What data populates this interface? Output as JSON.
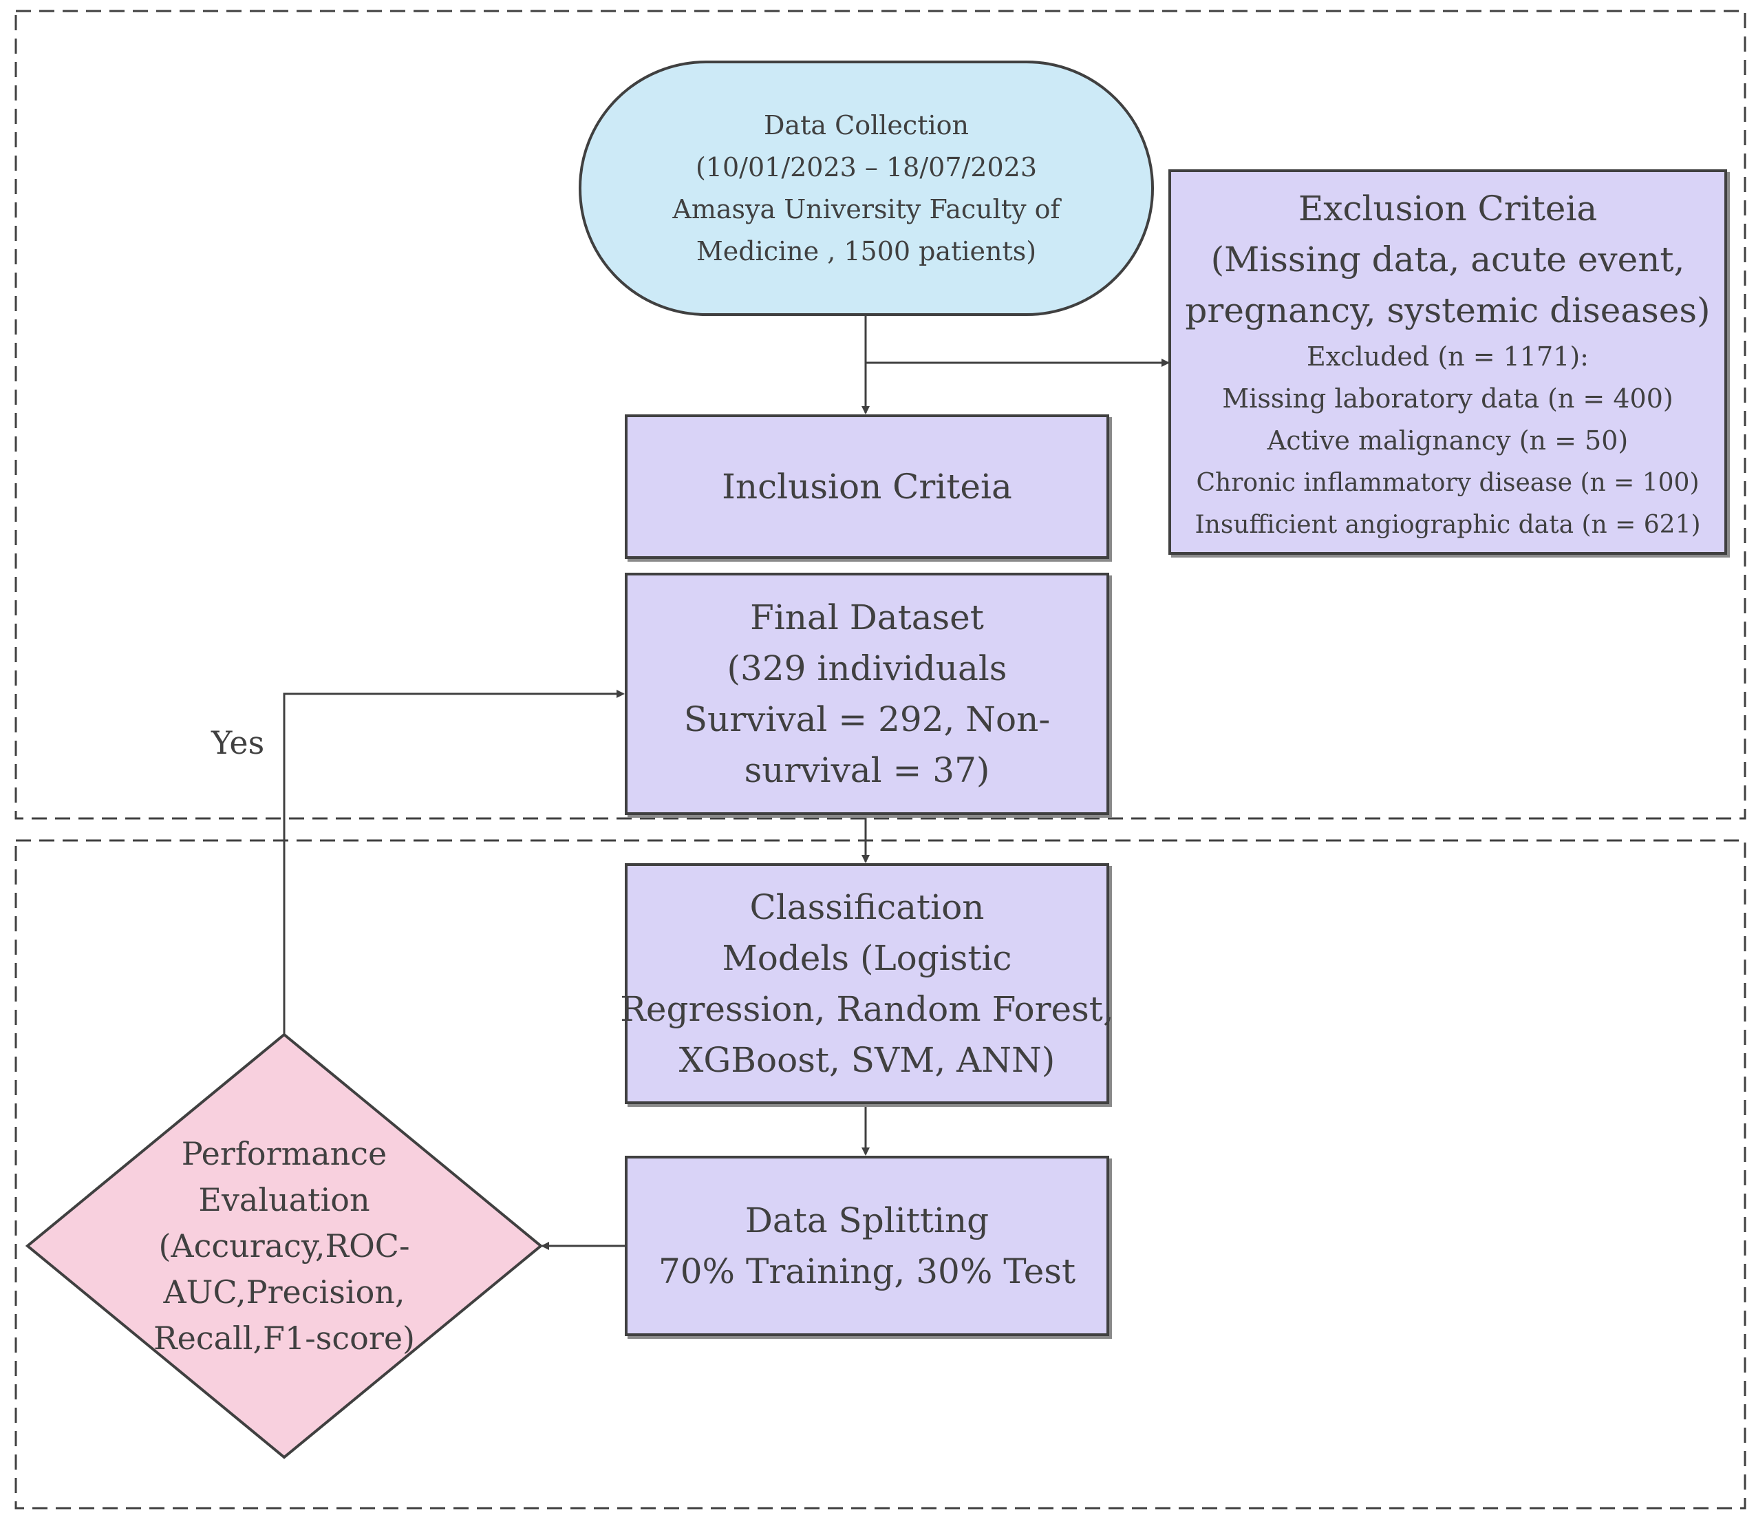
{
  "data_collection": {
    "lines": [
      "Data Collection",
      "(10/01/2023 – 18/07/2023",
      "Amasya University Faculty of",
      "Medicine , 1500 patients)"
    ]
  },
  "exclusion": {
    "title_lines": [
      "Exclusion Criteia",
      "(Missing data, acute event,",
      "pregnancy, systemic diseases)"
    ],
    "detail_lines": [
      "Excluded (n = 1171):",
      "Missing laboratory data (n = 400)",
      "Active malignancy (n = 50)",
      "Chronic inflammatory disease (n = 100)",
      "Insufficient angiographic data (n = 621)"
    ]
  },
  "inclusion": {
    "label": "Inclusion Criteia"
  },
  "final_dataset": {
    "lines": [
      "Final Dataset",
      "(329 individuals",
      "Survival = 292, Non-",
      "survival = 37)"
    ]
  },
  "classification": {
    "lines": [
      "Classification",
      "Models (Logistic",
      "Regression, Random Forest,",
      "XGBoost, SVM, ANN)"
    ]
  },
  "data_splitting": {
    "lines": [
      "Data Splitting",
      "70% Training, 30% Test"
    ]
  },
  "performance": {
    "lines": [
      "Performance",
      "Evaluation",
      "(Accuracy,ROC-",
      "AUC,Precision,",
      "Recall,F1-score)"
    ]
  },
  "edge_labels": {
    "yes": "Yes"
  },
  "colors": {
    "terminal_fill": "#cdeaf7",
    "process_fill": "#d9d3f7",
    "decision_fill": "#f8d0de",
    "stroke": "#404040"
  }
}
